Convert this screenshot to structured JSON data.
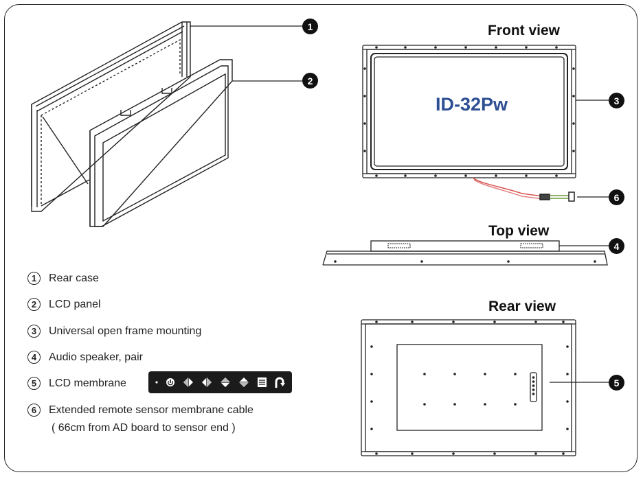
{
  "headings": {
    "front_view": "Front view",
    "top_view": "Top view",
    "rear_view": "Rear view"
  },
  "model_label": "ID-32Pw",
  "callouts": [
    "1",
    "2",
    "3",
    "4",
    "5",
    "6"
  ],
  "legend": [
    {
      "num": "1",
      "text": "Rear case"
    },
    {
      "num": "2",
      "text": "LCD panel"
    },
    {
      "num": "3",
      "text": "Universal open frame mounting"
    },
    {
      "num": "4",
      "text": "Audio speaker, pair"
    },
    {
      "num": "5",
      "text": "LCD membrane"
    },
    {
      "num": "6",
      "text": "Extended remote sensor membrane cable"
    }
  ],
  "legend_note": "( 66cm from AD board to sensor end )",
  "membrane_icons": [
    "dot-icon",
    "power-icon",
    "left-right-arrow-icon",
    "left-right-arrow-icon",
    "up-down-arrow-icon",
    "up-down-arrow-icon",
    "menu-icon",
    "return-icon"
  ],
  "colors": {
    "model_text": "#2d4f93",
    "membrane_bg": "#1b1b1b",
    "cable_red": "#d9534f",
    "cable_green": "#6a9a3a"
  }
}
